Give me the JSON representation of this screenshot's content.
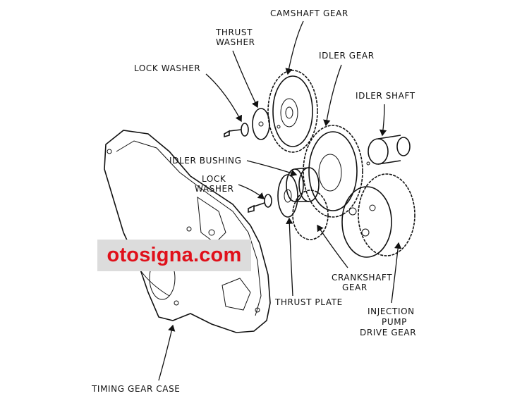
{
  "labels": {
    "camshaft_gear": "CAMSHAFT GEAR",
    "thrust_washer_1": "THRUST",
    "thrust_washer_2": "WASHER",
    "lock_washer_top": "LOCK WASHER",
    "idler_gear": "IDLER GEAR",
    "idler_shaft": "IDLER SHAFT",
    "idler_bushing": "IDLER BUSHING",
    "lock_washer_mid_1": "LOCK",
    "lock_washer_mid_2": "WASHER",
    "crankshaft_gear_1": "CRANKSHAFT",
    "crankshaft_gear_2": "GEAR",
    "thrust_plate": "THRUST PLATE",
    "injection_1": "INJECTION",
    "injection_2": "PUMP",
    "injection_3": "DRIVE GEAR",
    "timing_gear_case": "TIMING GEAR CASE"
  },
  "watermark": "otosigna.com",
  "colors": {
    "line": "#111111",
    "watermark_text": "#e0101a",
    "watermark_bg": "#dcdcdc"
  }
}
